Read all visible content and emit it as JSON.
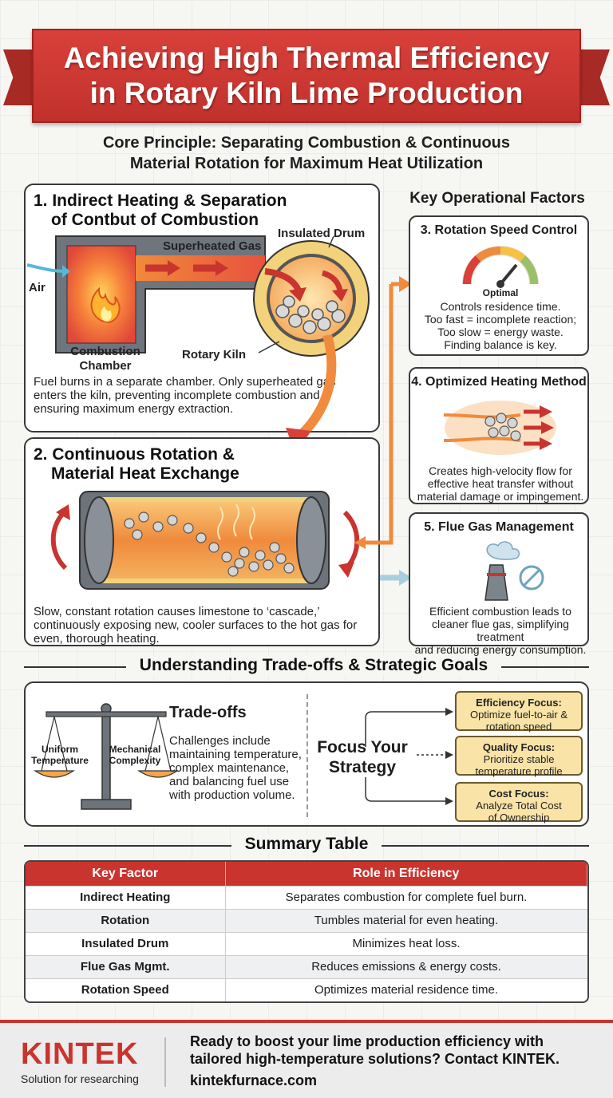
{
  "header": {
    "title_line1": "Achieving High Thermal Efficiency",
    "title_line2": "in Rotary Kiln Lime Production",
    "subtitle_line1": "Core Principle: Separating Combustion & Continuous",
    "subtitle_line2": "Material Rotation for Maximum Heat Utilization"
  },
  "section1": {
    "title_line1": "1. Indirect Heating & Separation",
    "title_line2": "of Contbut of Combustion",
    "label_air": "Air",
    "label_gas": "Superheated Gas",
    "label_drum": "Insulated Drum",
    "label_chamber_line1": "Combustion",
    "label_chamber_line2": "Chamber",
    "label_kiln": "Rotary Kiln",
    "text": "Fuel burns in a separate chamber. Only superheated gas enters the kiln, preventing incomplete combustion and ensuring maximum energy extraction."
  },
  "section2": {
    "title_line1": "2. Continuous Rotation &",
    "title_line2": "Material Heat Exchange",
    "text": "Slow, constant rotation causes limestone to ‘cascade,’ continuously exposing new, cooler surfaces to the hot gas for even, thorough heating."
  },
  "factors": {
    "heading": "Key Operational Factors",
    "cards": [
      {
        "title": "3. Rotation Speed Control",
        "gauge_label": "Optimal",
        "lines": [
          "Controls residence time.",
          "Too fast = incomplete reaction;",
          "Too slow = energy waste.",
          "Finding balance is key."
        ]
      },
      {
        "title": "4. Optimized Heating Method",
        "lines": [
          "Creates high-velocity flow for",
          "effective heat transfer without",
          "material damage or impingement."
        ]
      },
      {
        "title": "5. Flue Gas Management",
        "lines": [
          "Efficient combustion leads to",
          "cleaner flue gas, simplifying treatment",
          "and reducing energy consumption."
        ]
      }
    ]
  },
  "tradeoffs": {
    "heading": "Understanding Trade-offs & Strategic Goals",
    "title": "Trade-offs",
    "scale_left_line1": "Uniform",
    "scale_left_line2": "Temperature",
    "scale_right_line1": "Mechanical",
    "scale_right_line2": "Complexity",
    "text": "Challenges include maintaining temperature, complex maintenance, and balancing fuel use with production volume.",
    "strategy_line1": "Focus Your",
    "strategy_line2": "Strategy",
    "goals": [
      {
        "title": "Efficiency Focus:",
        "line1": "Optimize fuel-to-air &",
        "line2": "rotation speed"
      },
      {
        "title": "Quality Focus:",
        "line1": "Prioritize stable",
        "line2": "temperature profile"
      },
      {
        "title": "Cost Focus:",
        "line1": "Analyze Total Cost",
        "line2": "of Ownership"
      }
    ]
  },
  "summary": {
    "heading": "Summary Table",
    "columns": [
      "Key Factor",
      "Role in Efficiency"
    ],
    "rows": [
      [
        "Indirect Heating",
        "Separates combustion for complete fuel burn."
      ],
      [
        "Rotation",
        "Tumbles material for even heating."
      ],
      [
        "Insulated Drum",
        "Minimizes heat loss."
      ],
      [
        "Flue Gas Mgmt.",
        "Reduces emissions & energy costs."
      ],
      [
        "Rotation Speed",
        "Optimizes material residence time."
      ]
    ]
  },
  "footer": {
    "brand": "KINTEK",
    "tagline": "Solution for researching",
    "cta_line1": "Ready to boost your lime production efficiency with",
    "cta_line2": "tailored high-temperature solutions? Contact KINTEK.",
    "url": "kintekfurnace.com"
  },
  "colors": {
    "brand_red": "#c9342f",
    "goal_fill": "#f9e3a6",
    "heat_orange": "#f08a3c"
  }
}
